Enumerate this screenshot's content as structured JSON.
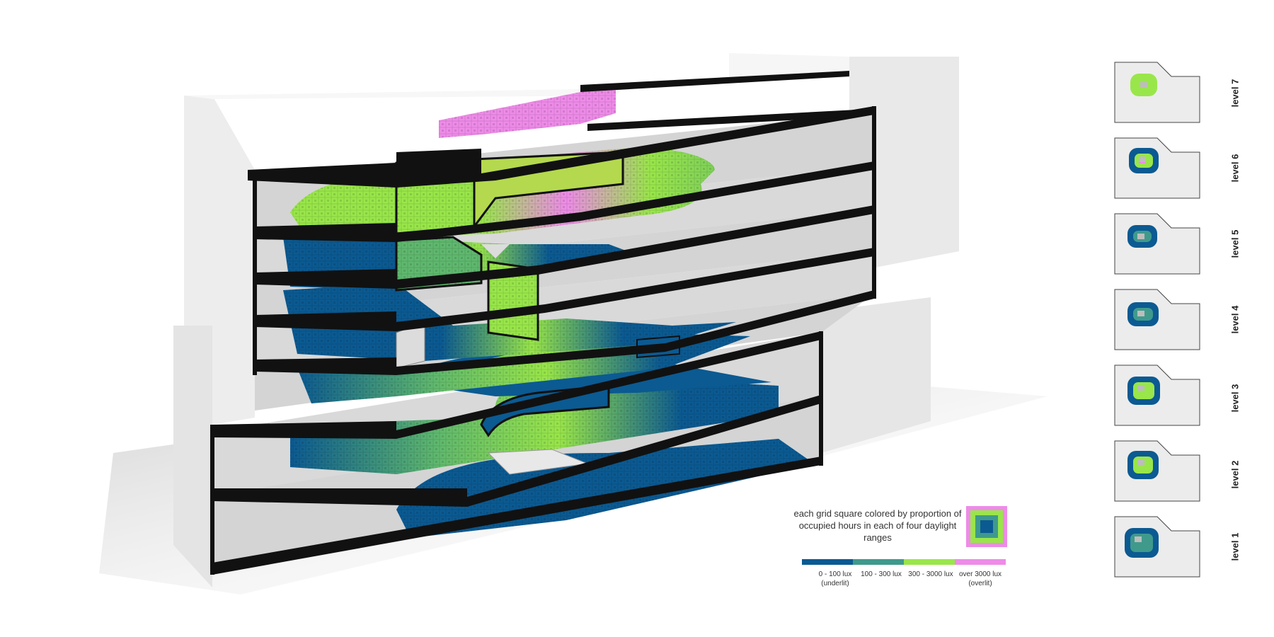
{
  "legend": {
    "note": "each grid square colored by proportion of occupied hours in each of four daylight ranges",
    "ranges": [
      {
        "label": "0 - 100 lux",
        "sub": "(underlit)",
        "color": "#0b5a92"
      },
      {
        "label": "100 - 300 lux",
        "sub": "",
        "color": "#3f9a8c"
      },
      {
        "label": "300 - 3000 lux",
        "sub": "",
        "color": "#99e64a"
      },
      {
        "label": "over 3000 lux",
        "sub": "(overlit)",
        "color": "#ee8be8"
      }
    ]
  },
  "levels": [
    "level 7",
    "level 6",
    "level 5",
    "level 4",
    "level 3",
    "level 2",
    "level 1"
  ],
  "colors": {
    "underlit": "#0b5a92",
    "low": "#3f9a8c",
    "good": "#99e64a",
    "overlit": "#ee8be8",
    "slab": "#111111",
    "wall": "#d8d8d8",
    "mass": "#f1f1f1"
  }
}
